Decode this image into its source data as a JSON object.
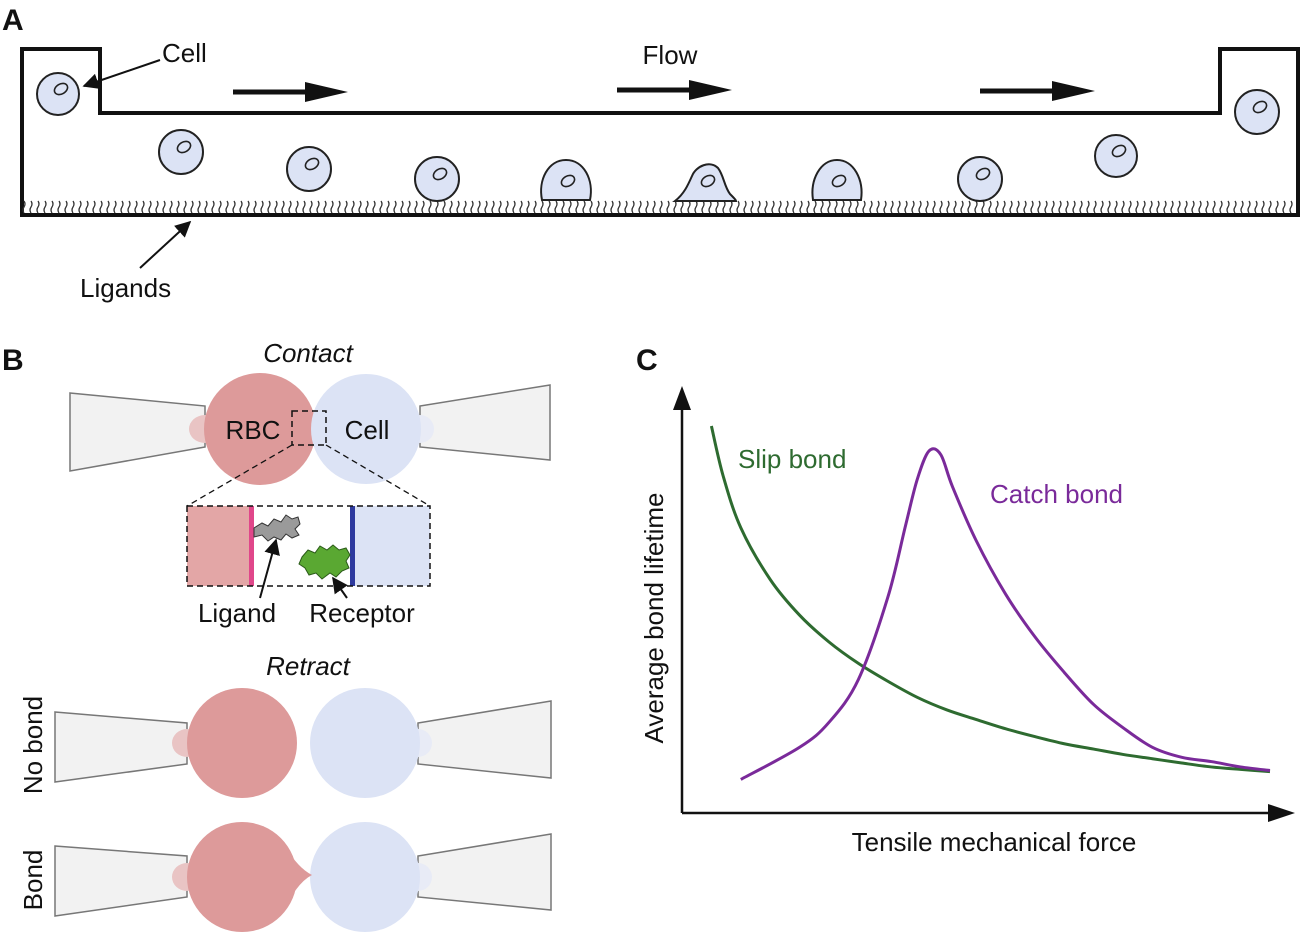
{
  "panelA": {
    "label": "A",
    "flow_label": "Flow",
    "cell_label": "Cell",
    "ligands_label": "Ligands"
  },
  "panelB": {
    "label": "B",
    "contact_label": "Contact",
    "rbc_label": "RBC",
    "cell_label": "Cell",
    "ligand_label": "Ligand",
    "receptor_label": "Receptor",
    "retract_label": "Retract",
    "no_bond_label": "No bond",
    "bond_label": "Bond",
    "colors": {
      "rbc": "#dd9a9a",
      "cell": "#dce3f5",
      "pipette": "#f2f2f2",
      "ligand_membrane": "#e0478a",
      "receptor_membrane": "#2e3a9e",
      "ligand": "#9a9a9a",
      "receptor": "#5aa832"
    }
  },
  "panelC": {
    "label": "C",
    "chart_data": {
      "type": "line",
      "title": "",
      "xlabel": "Tensile mechanical force",
      "ylabel": "Average bond lifetime",
      "xlim": [
        0,
        10
      ],
      "ylim": [
        0,
        10
      ],
      "ticks": false,
      "grid": false,
      "series": [
        {
          "name": "Slip bond",
          "color": "#2e6b30",
          "x": [
            0.5,
            0.7,
            1.0,
            1.5,
            2.0,
            2.5,
            3.0,
            3.5,
            4.0,
            4.5,
            5.0,
            5.5,
            6.0,
            6.5,
            7.0,
            7.5,
            8.0,
            8.5,
            9.0,
            9.5,
            10.0
          ],
          "y": [
            10.0,
            8.6,
            7.15,
            5.7,
            4.7,
            3.95,
            3.35,
            2.85,
            2.4,
            2.05,
            1.78,
            1.52,
            1.3,
            1.1,
            0.95,
            0.8,
            0.68,
            0.56,
            0.45,
            0.38,
            0.32
          ]
        },
        {
          "name": "Catch bond",
          "color": "#7a2a9a",
          "x": [
            1.0,
            2.0,
            2.5,
            3.0,
            3.5,
            3.8,
            4.0,
            4.2,
            4.4,
            4.6,
            5.0,
            5.5,
            6.0,
            6.5,
            7.0,
            7.5,
            8.0,
            8.5,
            9.0,
            9.5,
            10.0
          ],
          "y": [
            0.1,
            1.0,
            1.7,
            2.9,
            5.2,
            7.2,
            8.5,
            9.3,
            9.2,
            8.3,
            6.8,
            5.3,
            4.1,
            3.1,
            2.2,
            1.55,
            1.0,
            0.72,
            0.6,
            0.45,
            0.35
          ]
        }
      ]
    }
  }
}
